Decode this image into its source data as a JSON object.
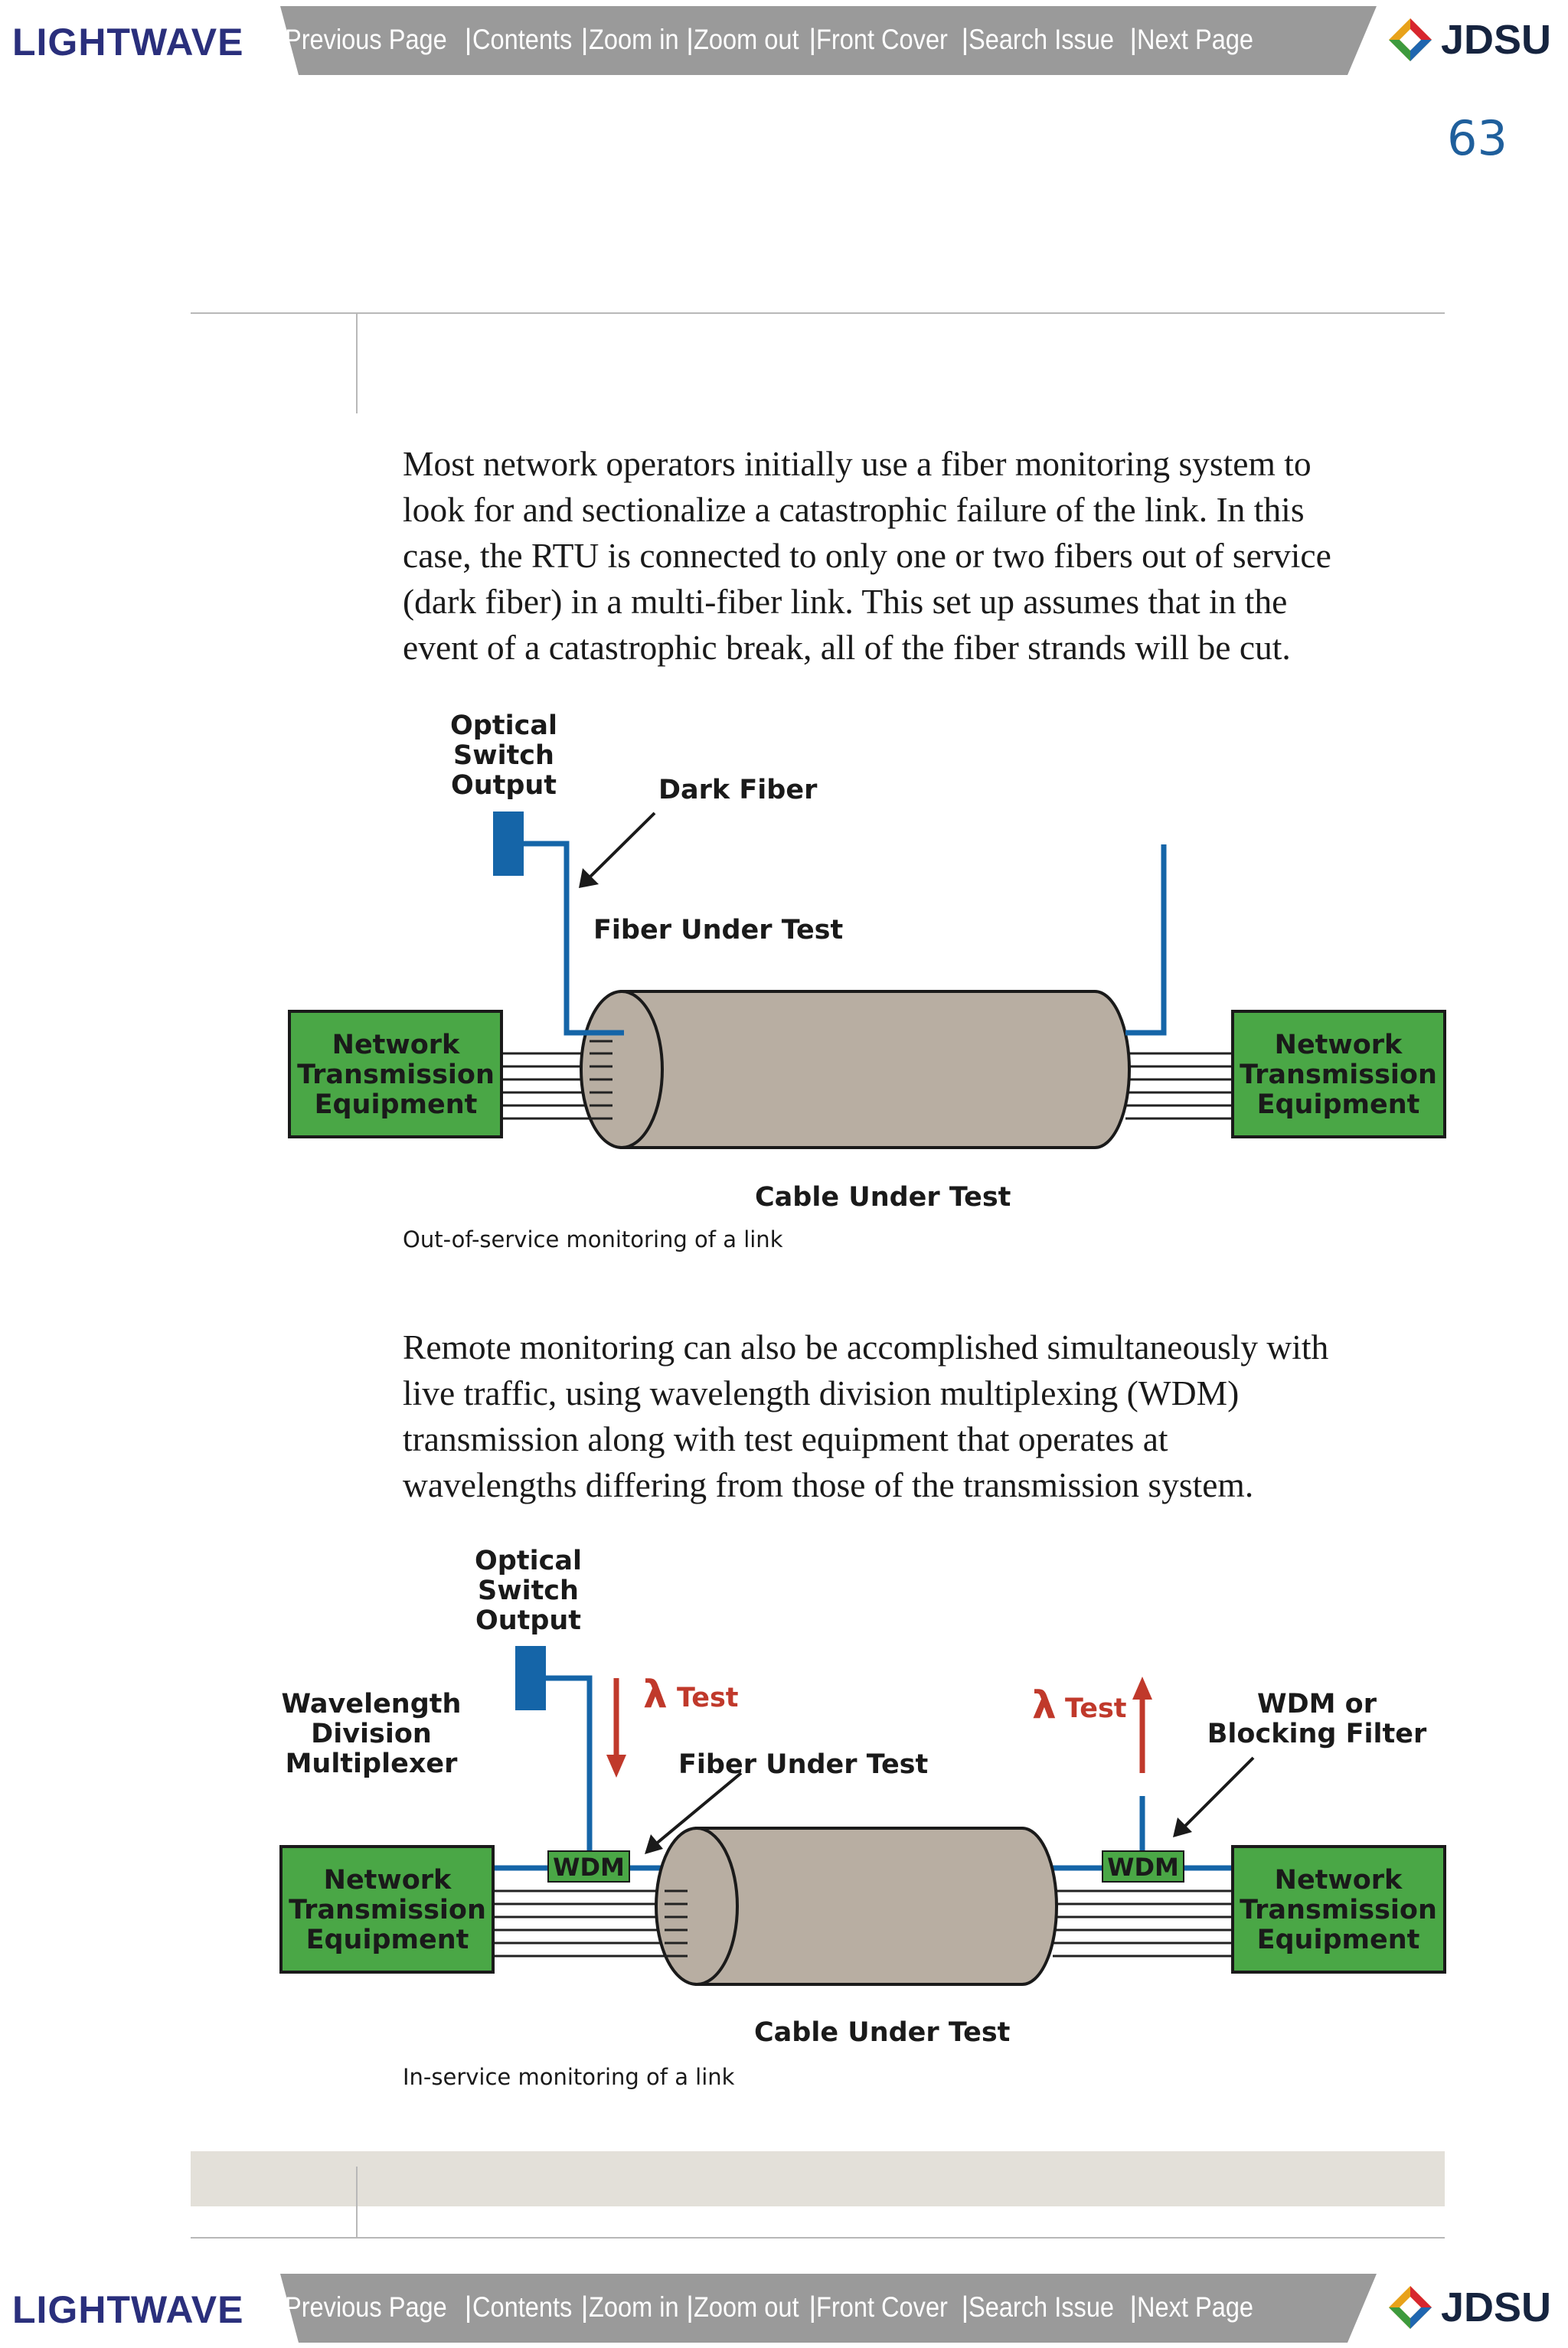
{
  "nav": {
    "brand": "LIGHTWAVE",
    "links": [
      "Previous Page",
      "Contents",
      "Zoom in",
      "Zoom out",
      "Front Cover",
      "Search Issue",
      "Next Page"
    ],
    "separator": "|",
    "partner_logo": "JDSU",
    "strip_color": "#9a9a9a"
  },
  "page": {
    "number": "63"
  },
  "paragraph1": [
    "Most network operators initially use a fiber monitoring system to",
    "look for and sectionalize a catastrophic failure of the link. In this",
    "case, the RTU is connected to only one or two fibers out of service",
    "(dark fiber) in a multi-fiber link. This set up assumes that in the",
    "event of a catastrophic break, all of the fiber strands will be cut."
  ],
  "figure1": {
    "switch_label": [
      "Optical",
      "Switch",
      "Output"
    ],
    "dark_fiber": "Dark Fiber",
    "fiber_under_test": "Fiber Under Test",
    "cable_under_test": "Cable Under Test",
    "left_equipment": [
      "Network",
      "Transmission",
      "Equipment"
    ],
    "right_equipment": [
      "Network",
      "Transmission",
      "Equipment"
    ],
    "caption": "Out-of-service monitoring of a link"
  },
  "paragraph2": [
    "Remote monitoring can also be accomplished simultaneously with",
    "live traffic, using wavelength division multiplexing (WDM)",
    "transmission along with test equipment that operates at",
    "wavelengths differing from those of the transmission system."
  ],
  "figure2": {
    "switch_label": [
      "Optical",
      "Switch",
      "Output"
    ],
    "wdm_label": [
      "Wavelength",
      "Division",
      "Multiplexer"
    ],
    "test_left_symbol": "λ",
    "test_left_text": "Test",
    "test_right_symbol": "λ",
    "test_right_text": "Test",
    "filter_label": [
      "WDM or",
      "Blocking Filter"
    ],
    "fiber_under_test": "Fiber Under Test",
    "wdm_box_left": "WDM",
    "wdm_box_right": "WDM",
    "cable_under_test": "Cable Under Test",
    "left_equipment": [
      "Network",
      "Transmission",
      "Equipment"
    ],
    "right_equipment": [
      "Network",
      "Transmission",
      "Equipment"
    ],
    "caption": "In-service monitoring of a link"
  },
  "colors": {
    "fiber_blue": "#1565a8",
    "equipment_green": "#4aa746",
    "cable_taupe": "#b8aea2",
    "test_red": "#c0392b",
    "page_number": "#1f5f9c"
  }
}
